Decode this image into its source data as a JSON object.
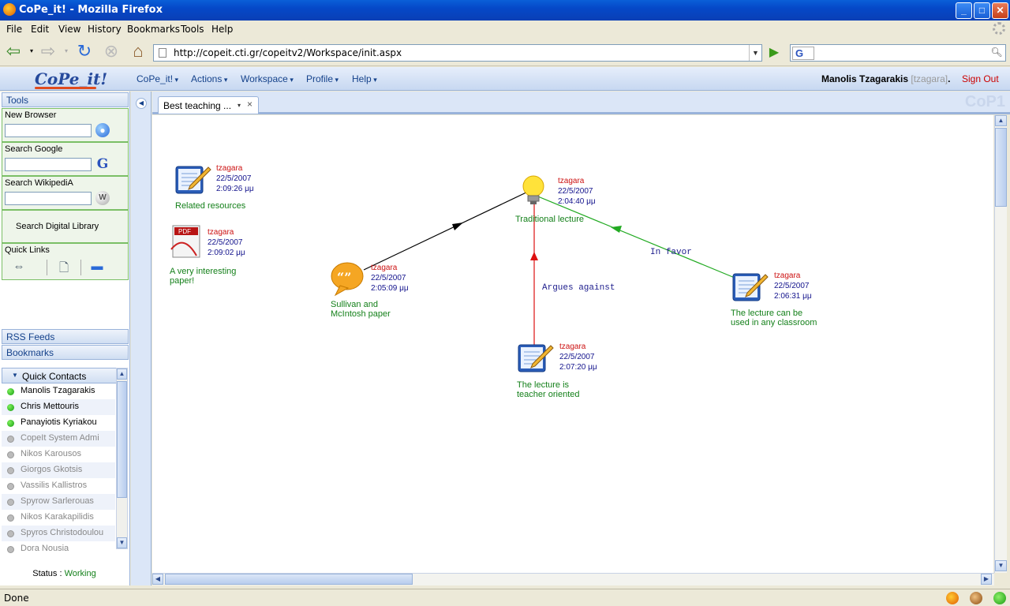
{
  "window": {
    "title": "CoPe_it! - Mozilla Firefox",
    "controls": {
      "minimize": "_",
      "maximize": "□",
      "close": "✕"
    }
  },
  "menubar": [
    "File",
    "Edit",
    "View",
    "History",
    "Bookmarks",
    "Tools",
    "Help"
  ],
  "navbar": {
    "url": "http://copeit.cti.gr/copeitv2/Workspace/init.aspx",
    "search_engine_letter": "G",
    "search_value": ""
  },
  "app": {
    "logo": "CoPe_it!",
    "menus": [
      "CoPe_it!",
      "Actions",
      "Workspace",
      "Profile",
      "Help"
    ],
    "user_name": "Manolis Tzagarakis",
    "user_handle": "[tzagara]",
    "user_suffix": ".",
    "sign_out": "Sign Out",
    "workspace_label": "CoP1"
  },
  "tools": {
    "header": "Tools",
    "new_browser_label": "New Browser",
    "search_google_label": "Search Google",
    "search_wikipedia_label": "Search WikipediA",
    "digital_library": "Search Digital Library",
    "quick_links_label": "Quick Links",
    "google_letter": "G"
  },
  "panels": {
    "rss": "RSS Feeds",
    "bookmarks": "Bookmarks",
    "quick_contacts": "Quick Contacts"
  },
  "contacts": [
    {
      "name": "Manolis Tzagarakis",
      "online": true
    },
    {
      "name": "Chris Mettouris",
      "online": true
    },
    {
      "name": "Panayiotis Kyriakou",
      "online": true
    },
    {
      "name": "CopeIt System Admi",
      "online": false
    },
    {
      "name": "Nikos Karousos",
      "online": false
    },
    {
      "name": "Giorgos Gkotsis",
      "online": false
    },
    {
      "name": "Vassilis Kallistros",
      "online": false
    },
    {
      "name": "Spyrow Sarlerouas",
      "online": false
    },
    {
      "name": "Nikos Karakapilidis",
      "online": false
    },
    {
      "name": "Spyros Christodoulou",
      "online": false
    },
    {
      "name": "Dora Nousia",
      "online": false
    }
  ],
  "status": {
    "label": "Status : ",
    "value": "Working"
  },
  "tab": {
    "label": "Best teaching ...",
    "close": "×"
  },
  "nodes": [
    {
      "id": "related",
      "author": "tzagara",
      "date": "22/5/2007",
      "time": "2:09:26 μμ",
      "title": "Related resources",
      "icon": "note-pencil-icon"
    },
    {
      "id": "paper",
      "author": "tzagara",
      "date": "22/5/2007",
      "time": "2:09:02 μμ",
      "title": "A very interesting paper!",
      "icon": "pdf-icon"
    },
    {
      "id": "sullivan",
      "author": "tzagara",
      "date": "22/5/2007",
      "time": "2:05:09 μμ",
      "title": "Sullivan and McIntosh paper",
      "icon": "quote-bubble-icon"
    },
    {
      "id": "traditional",
      "author": "tzagara",
      "date": "22/5/2007",
      "time": "2:04:40 μμ",
      "title": "Traditional lecture",
      "icon": "lightbulb-icon"
    },
    {
      "id": "classroom",
      "author": "tzagara",
      "date": "22/5/2007",
      "time": "2:06:31 μμ",
      "title": "The lecture can be used in any classroom",
      "icon": "note-pencil-icon"
    },
    {
      "id": "teacher",
      "author": "tzagara",
      "date": "22/5/2007",
      "time": "2:07:20 μμ",
      "title": "The lecture is teacher oriented",
      "icon": "note-pencil-icon"
    }
  ],
  "links": [
    {
      "from": "sullivan",
      "to": "traditional",
      "label": "",
      "color": "#000000"
    },
    {
      "from": "classroom",
      "to": "traditional",
      "label": "In favor",
      "color": "#22aa22"
    },
    {
      "from": "teacher",
      "to": "traditional",
      "label": "Argues against",
      "color": "#dd1111"
    }
  ],
  "browser_status": "Done",
  "colors": {
    "accent": "#15428b",
    "online": "#159a10",
    "author": "#cc1111",
    "node_title": "#14801a"
  }
}
